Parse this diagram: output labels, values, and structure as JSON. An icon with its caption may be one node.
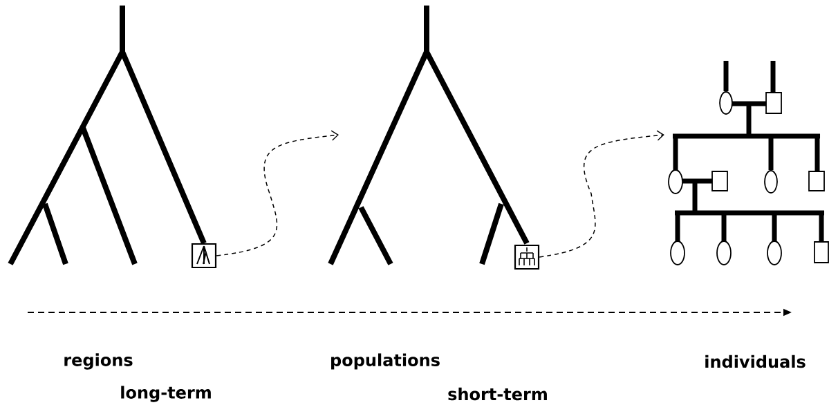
{
  "diagram": {
    "nodes": [
      {
        "text": [],
        "shape": "box"
      },
      {
        "text": [],
        "shape": "box"
      },
      {
        "text": [],
        "shape": "picture"
      }
    ],
    "edges": [
      {
        "from": 0,
        "to": null,
        "arrow": "to",
        "style": "dashed"
      },
      {
        "from": 1,
        "to": 2,
        "arrow": "to",
        "style": "dashed"
      }
    ],
    "labels": [
      "regions",
      "populations",
      "individuals",
      "long-term",
      "short-term"
    ]
  }
}
